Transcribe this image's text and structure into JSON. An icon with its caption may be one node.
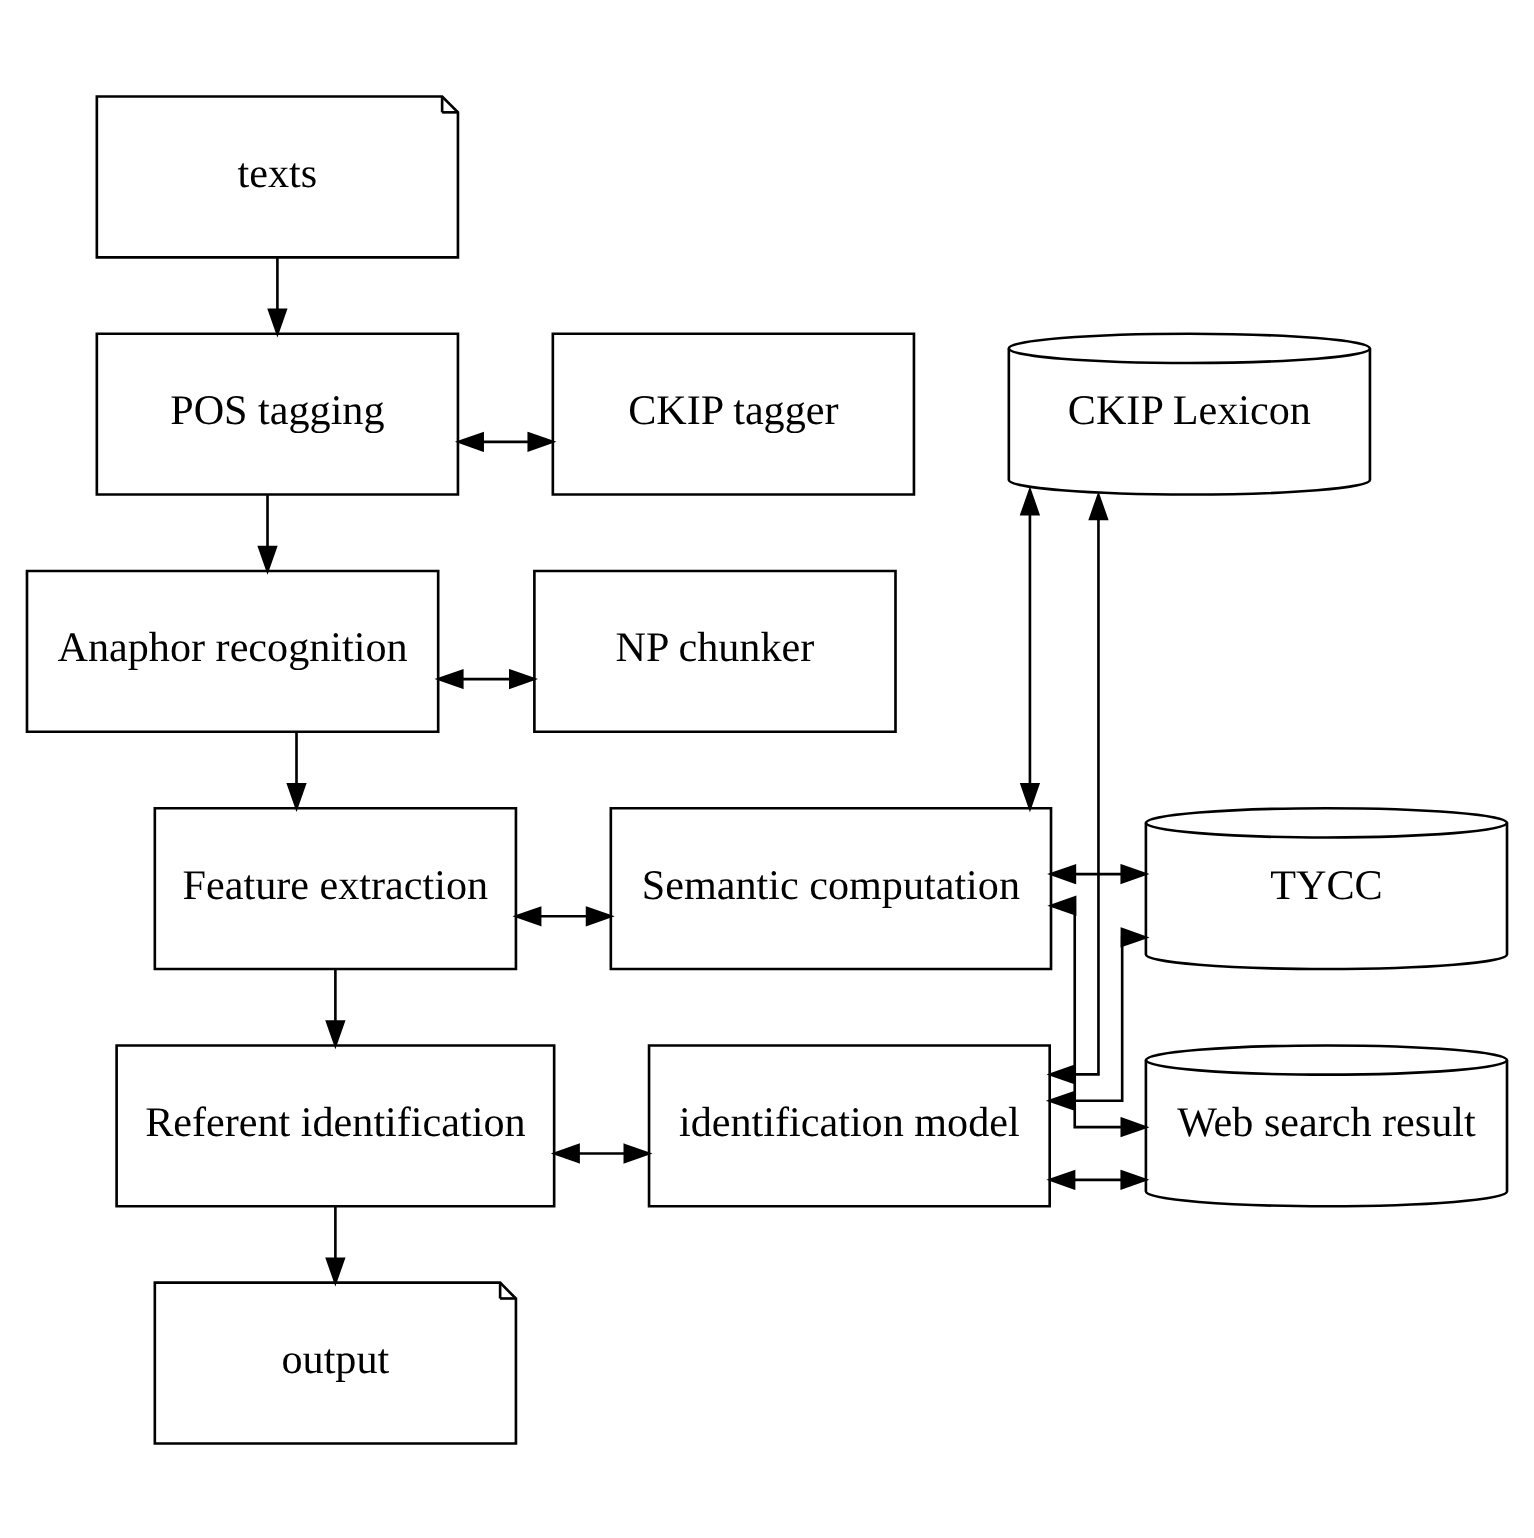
{
  "diagram": {
    "nodes": [
      {
        "text": [
          "texts"
        ]
      },
      {
        "text": [
          "POS tagging"
        ]
      },
      {
        "text": [
          "CKIP tagger"
        ]
      },
      {
        "text": [
          "Anaphor recognition"
        ]
      },
      {
        "text": [
          "NP chunker"
        ]
      },
      {
        "text": [
          "Feature extraction"
        ]
      },
      {
        "text": [
          "Semantic computation"
        ]
      },
      {
        "text": [
          "Referent identification"
        ]
      },
      {
        "text": [
          "identification model"
        ]
      },
      {
        "text": [
          "output"
        ]
      },
      {
        "text": [
          "CKIP Lexicon"
        ]
      },
      {
        "text": [
          "TYCC"
        ]
      },
      {
        "text": [
          "Web search result"
        ]
      }
    ],
    "edges": [
      {
        "from": 0,
        "to": 1,
        "arrow": "to"
      },
      {
        "from": 1,
        "to": 2,
        "arrow": "both"
      },
      {
        "from": 1,
        "to": 3,
        "arrow": "to"
      },
      {
        "from": 3,
        "to": 4,
        "arrow": "both"
      },
      {
        "from": 3,
        "to": 5,
        "arrow": "to"
      },
      {
        "from": 5,
        "to": 6,
        "arrow": "both"
      },
      {
        "from": 5,
        "to": 7,
        "arrow": "to"
      },
      {
        "from": 7,
        "to": 8,
        "arrow": "both"
      },
      {
        "from": 7,
        "to": 9,
        "arrow": "to"
      },
      {
        "from": 6,
        "to": 10,
        "arrow": "both"
      },
      {
        "from": 6,
        "to": 11,
        "arrow": "both"
      },
      {
        "from": 6,
        "to": 12,
        "arrow": "both"
      },
      {
        "from": 8,
        "to": 10,
        "arrow": "both"
      },
      {
        "from": 8,
        "to": 11,
        "arrow": "both"
      },
      {
        "from": 8,
        "to": 12,
        "arrow": "both"
      }
    ]
  }
}
